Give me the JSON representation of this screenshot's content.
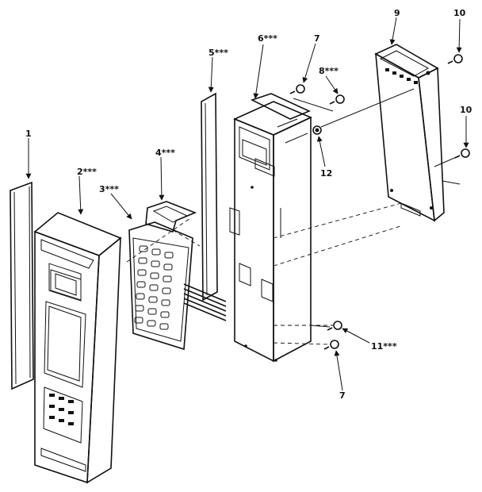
{
  "callouts": {
    "c1": "1",
    "c2": "2***",
    "c3": "3***",
    "c4": "4***",
    "c5": "5***",
    "c6": "6***",
    "c7a": "7",
    "c8": "8***",
    "c9": "9",
    "c10a": "10",
    "c10b": "10",
    "c11": "11***",
    "c12": "12",
    "c7b": "7"
  }
}
